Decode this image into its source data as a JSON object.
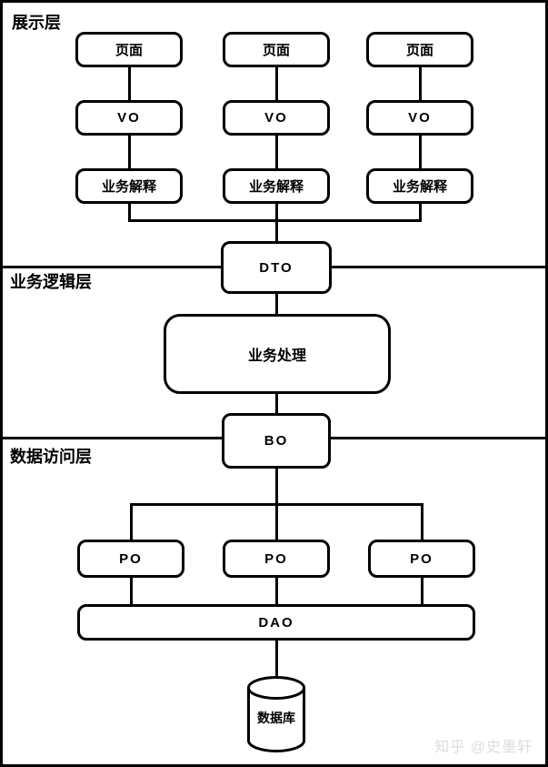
{
  "diagram": {
    "layers": {
      "presentation": "展示层",
      "business": "业务逻辑层",
      "data_access": "数据访问层"
    },
    "presentation": {
      "columns": [
        {
          "page": "页面",
          "vo": "VO",
          "interpret": "业务解释"
        },
        {
          "page": "页面",
          "vo": "VO",
          "interpret": "业务解释"
        },
        {
          "page": "页面",
          "vo": "VO",
          "interpret": "业务解释"
        }
      ],
      "dto": "DTO"
    },
    "business": {
      "process": "业务处理",
      "bo": "BO"
    },
    "data_access": {
      "po": [
        "PO",
        "PO",
        "PO"
      ],
      "dao": "DAO",
      "database": "数据库"
    }
  },
  "watermark": "知乎 @史墨轩",
  "colors": {
    "stroke": "#000000",
    "background": "#ffffff",
    "watermark": "#dcdcdc"
  }
}
